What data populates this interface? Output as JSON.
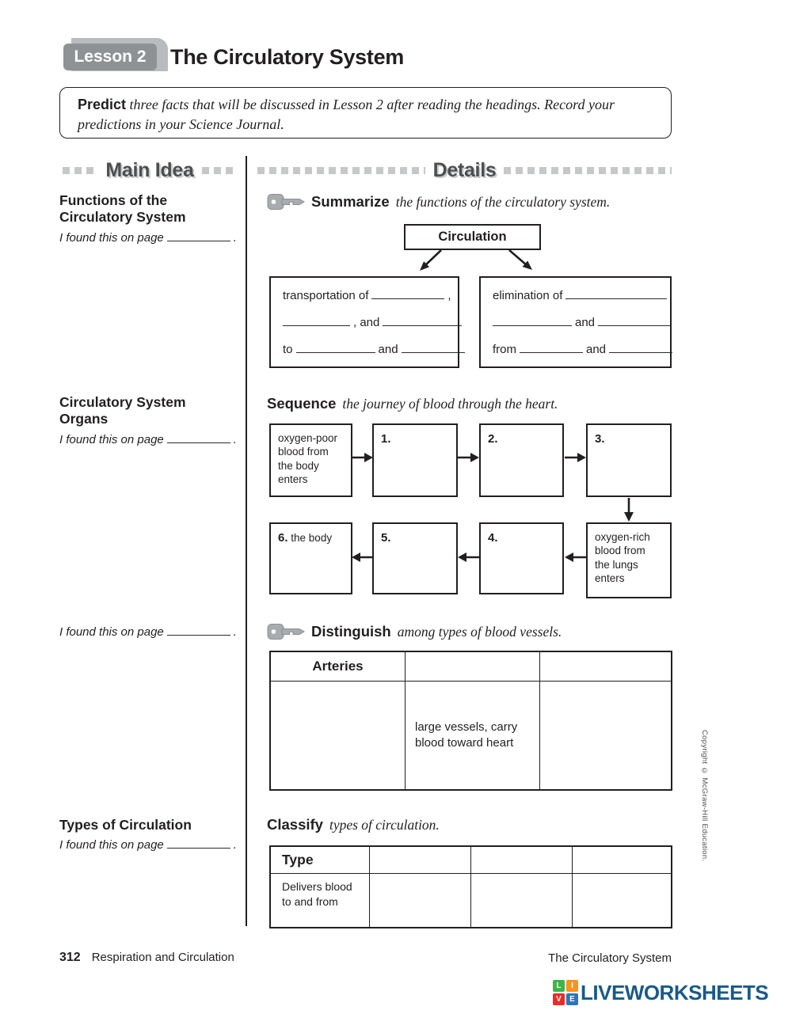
{
  "page": {
    "lesson_badge": "Lesson 2",
    "title": "The Circulatory System"
  },
  "predict": {
    "keyword": "Predict",
    "text": "three facts that will be discussed in Lesson 2 after reading the headings. Record your predictions in your Science Journal."
  },
  "columns": {
    "main_idea_header": "Main Idea",
    "details_header": "Details"
  },
  "found": {
    "label": "I found this on page",
    "suffix": "."
  },
  "main_idea": {
    "functions_title": "Functions of the Circulatory System",
    "organs_title": "Circulatory System Organs",
    "types_title": "Types of Circulation"
  },
  "details": {
    "summarize": {
      "keyword": "Summarize",
      "text": "the functions of the circulatory system.",
      "chart_top": "Circulation",
      "boxA": {
        "l1pre": "transportation of",
        "l1post": ",",
        "l2mid": ", and",
        "l3pre": "to",
        "l3mid": "and"
      },
      "boxB": {
        "l1pre": "elimination of",
        "l2mid": "and",
        "l3pre": "from",
        "l3mid": "and"
      }
    },
    "sequence": {
      "keyword": "Sequence",
      "text": "the journey of blood through the heart.",
      "start_box": "oxygen-poor blood from the body enters",
      "step1": "1.",
      "step2": "2.",
      "step3": "3.",
      "step4": "4.",
      "step5": "5.",
      "step6_num": "6.",
      "step6_text": "the body",
      "end_box": "oxygen-rich blood from the lungs enters"
    },
    "distinguish": {
      "keyword": "Distinguish",
      "text": "among types of blood vessels.",
      "table": {
        "headers": [
          "Arteries",
          "",
          ""
        ],
        "row": [
          "",
          "large vessels, carry blood toward heart",
          ""
        ]
      }
    },
    "classify": {
      "keyword": "Classify",
      "text": "types of circulation.",
      "table": {
        "headers": [
          "Type",
          "",
          "",
          ""
        ],
        "row": [
          "Delivers blood to and from",
          "",
          "",
          ""
        ]
      }
    }
  },
  "footer": {
    "page_number": "312",
    "left_text": "Respiration and Circulation",
    "right_text": "The Circulatory System"
  },
  "copyright": "Copyright © McGraw-Hill Education.",
  "logo": {
    "squares": [
      {
        "letter": "L",
        "color": "#3eb549"
      },
      {
        "letter": "I",
        "color": "#f7941e"
      },
      {
        "letter": "V",
        "color": "#ee2a24"
      },
      {
        "letter": "E",
        "color": "#2c74bb"
      }
    ],
    "wordmark": "LIVEWORKSHEETS",
    "wordmark_color": "#1a5a88"
  }
}
